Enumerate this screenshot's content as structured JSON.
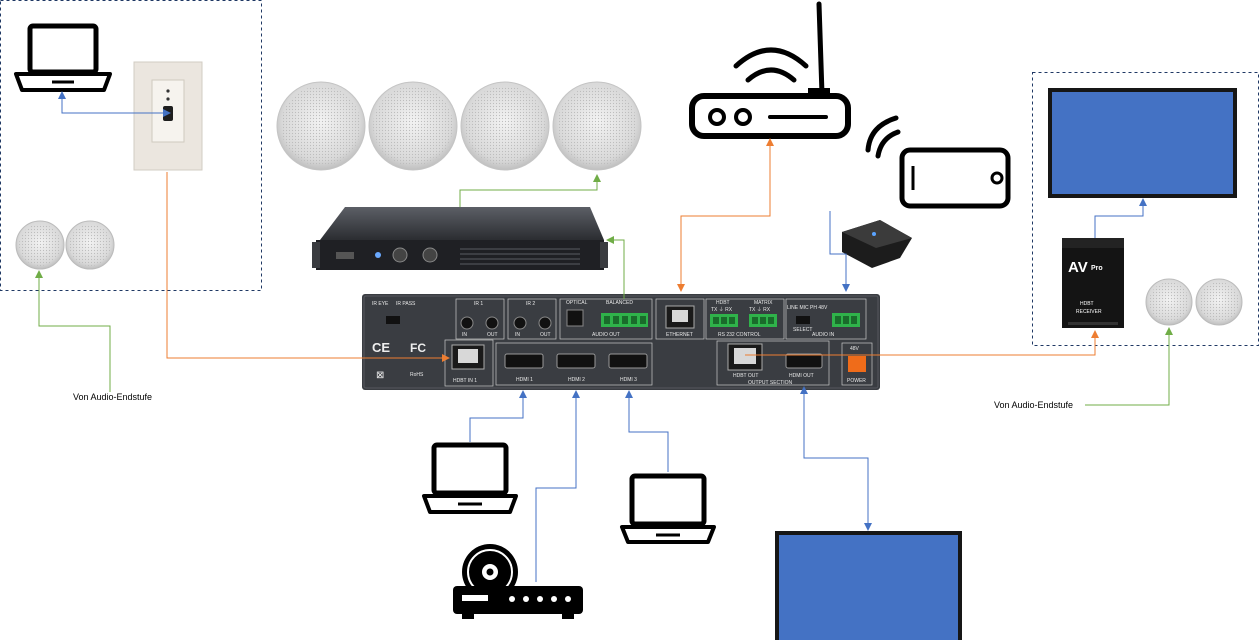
{
  "colors": {
    "blue_line": "#4472c4",
    "orange_line": "#ed7d31",
    "green_line": "#70ad47",
    "display": "#4472c4",
    "device_dark": "#3a3d42",
    "terminal_green": "#2fb24a"
  },
  "labels": {
    "left_amp_note": "Von Audio-Endstufe",
    "right_amp_note": "Von Audio-Endstufe"
  },
  "switcher": {
    "ir_eye": "IR EYE",
    "ir_pass": "IR PASS",
    "ir1": "IR 1",
    "ir2": "IR 2",
    "in": "IN",
    "out": "OUT",
    "optical": "OPTICAL",
    "balanced": "BALANCED",
    "audio_out": "AUDIO OUT",
    "ethernet": "ETHERNET",
    "hdbt": "HDBT",
    "matrix": "MATRIX",
    "tx_rx": "TX ⏚ RX",
    "rs232": "RS 232 CONTROL",
    "line_mic": "LINE  MIC  PH 48V",
    "select": "SELECT",
    "audio_in": "AUDIO IN",
    "hdbt_in": "HDBT IN 1",
    "hdmi1": "HDMI 1",
    "hdmi2": "HDMI 2",
    "hdmi3": "HDMI 3",
    "hdbt_out": "HDBT OUT",
    "hdmi_out": "HDMI OUT",
    "output_section": "OUTPUT SECTION",
    "v48": "48V",
    "power": "POWER",
    "ce": "CE",
    "fc": "FC",
    "rohs": "RoHS"
  },
  "receiver": {
    "brand": "AV",
    "brand_sub": "Pro",
    "hdbt": "HDBT",
    "receiver_label": "RECEIVER"
  },
  "icons": {
    "laptops": "laptop-icon",
    "router": "wifi-router-icon",
    "phone": "smartphone-wifi-icon",
    "player": "disc-player-icon",
    "mic": "boundary-microphone-icon",
    "wall_plate": "hdmi-wall-plate-icon",
    "amplifier": "rack-amplifier-icon"
  }
}
